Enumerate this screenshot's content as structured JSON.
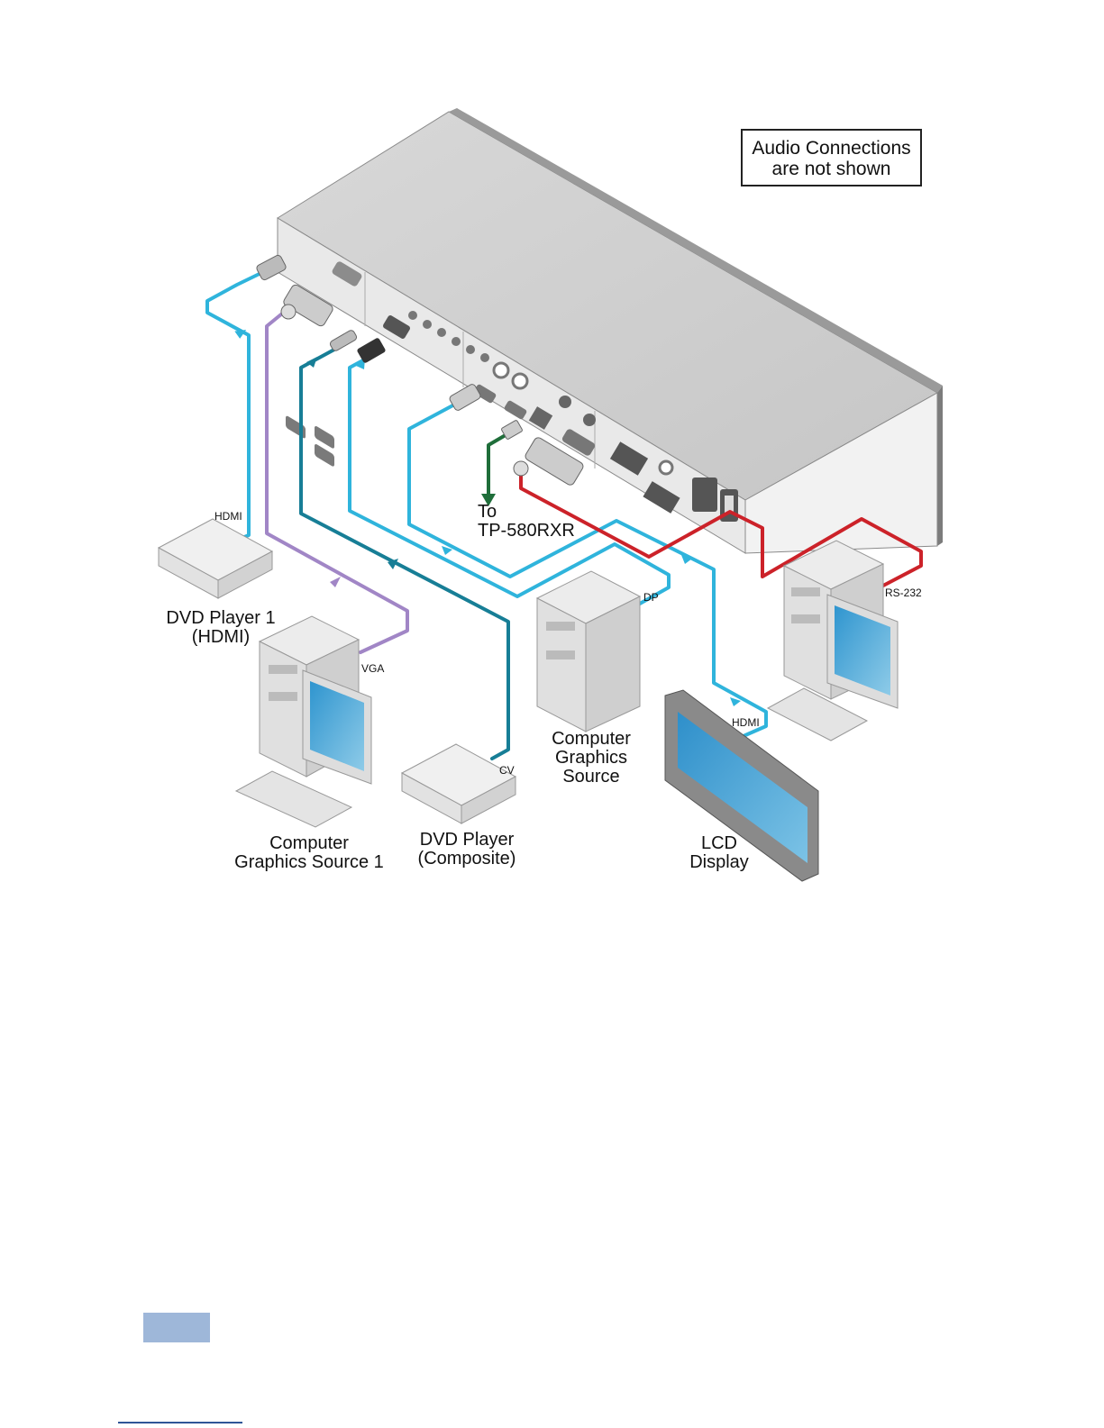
{
  "note": {
    "line1": "Audio Connections",
    "line2": "are not shown"
  },
  "devices": {
    "dvd1": {
      "line1": "DVD Player 1",
      "line2": "(HDMI)"
    },
    "cgs1": {
      "line1": "Computer",
      "line2": "Graphics Source 1"
    },
    "dvd_cv": {
      "line1": "DVD Player",
      "line2": "(Composite)"
    },
    "cgs": {
      "line1": "Computer",
      "line2": "Graphics",
      "line3": "Source"
    },
    "lcd": {
      "line1": "LCD",
      "line2": "Display"
    },
    "tp": {
      "line1": "To",
      "line2": "TP-580RXR"
    }
  },
  "cables": {
    "hdmi_in": "HDMI",
    "vga": "VGA",
    "cv": "CV",
    "dp": "DP",
    "hdmi_out": "HDMI",
    "rs232": "RS-232"
  },
  "colors": {
    "hdmi_cable": "#2fb4dc",
    "vga_cable": "#a186c6",
    "cv_cable": "#177e96",
    "dp_cable": "#2fb4dc",
    "hdbt_cable": "#1f6e3a",
    "rs232_cable": "#cc2229",
    "page_tab": "#9eb7d9"
  }
}
